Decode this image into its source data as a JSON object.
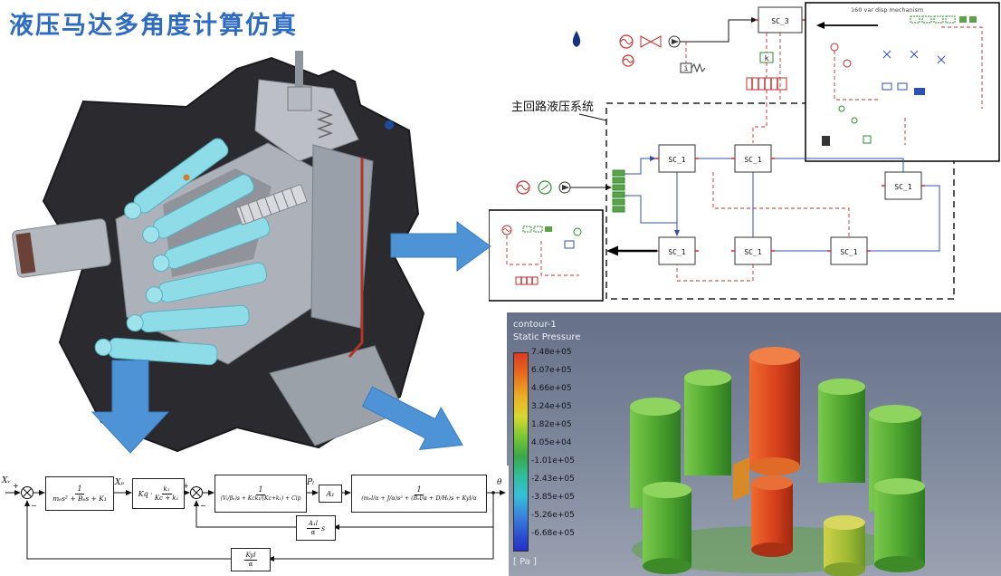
{
  "title": {
    "text": "液压马达多角度计算仿真"
  },
  "schematic": {
    "main_label": "主回路液压系统",
    "sc3_label": "SC_3",
    "sc1_label": "SC_1",
    "k_label": "k",
    "i_label": "i",
    "inset_title": "160 var disp mechanism"
  },
  "cfd": {
    "legend_line1": "contour-1",
    "legend_line2": "Static Pressure",
    "values": [
      "7.48e+05",
      "6.07e+05",
      "4.66e+05",
      "3.24e+05",
      "1.82e+05",
      "4.05e+04",
      "-1.01e+05",
      "-2.43e+05",
      "-3.85e+05",
      "-5.26e+05",
      "-6.68e+05"
    ],
    "unit": "[ Pa ]"
  },
  "block_diagram": {
    "input_label": "Xᵥ",
    "xp_label": "Xₚ",
    "pl_label": "Pₗ",
    "theta_label": "θ",
    "plus1": "+",
    "minus1": "−",
    "plus2": "+",
    "minus2": "−",
    "b1_num": "1",
    "b1_den": "mₑs² + Bₑs + K₁",
    "b2_pre": "Kq ·",
    "b2_num": "k₁",
    "b2_den": "Kc + k₁",
    "b3_num": "1",
    "b3_den": "(Vₜ/βₑ)s + Kck₁/(Kc+k₁) + Cip",
    "b4": "A₁",
    "b5_num": "1",
    "b5_den": "(mₑl/α + J/α)s² + (Bₑl/α + D/Hₜ)s + Kyl/α",
    "fb1_num": "A₁l",
    "fb1_den": "α",
    "fb1_suffix": "s",
    "fb2_num": "Kyl",
    "fb2_den": "α"
  }
}
